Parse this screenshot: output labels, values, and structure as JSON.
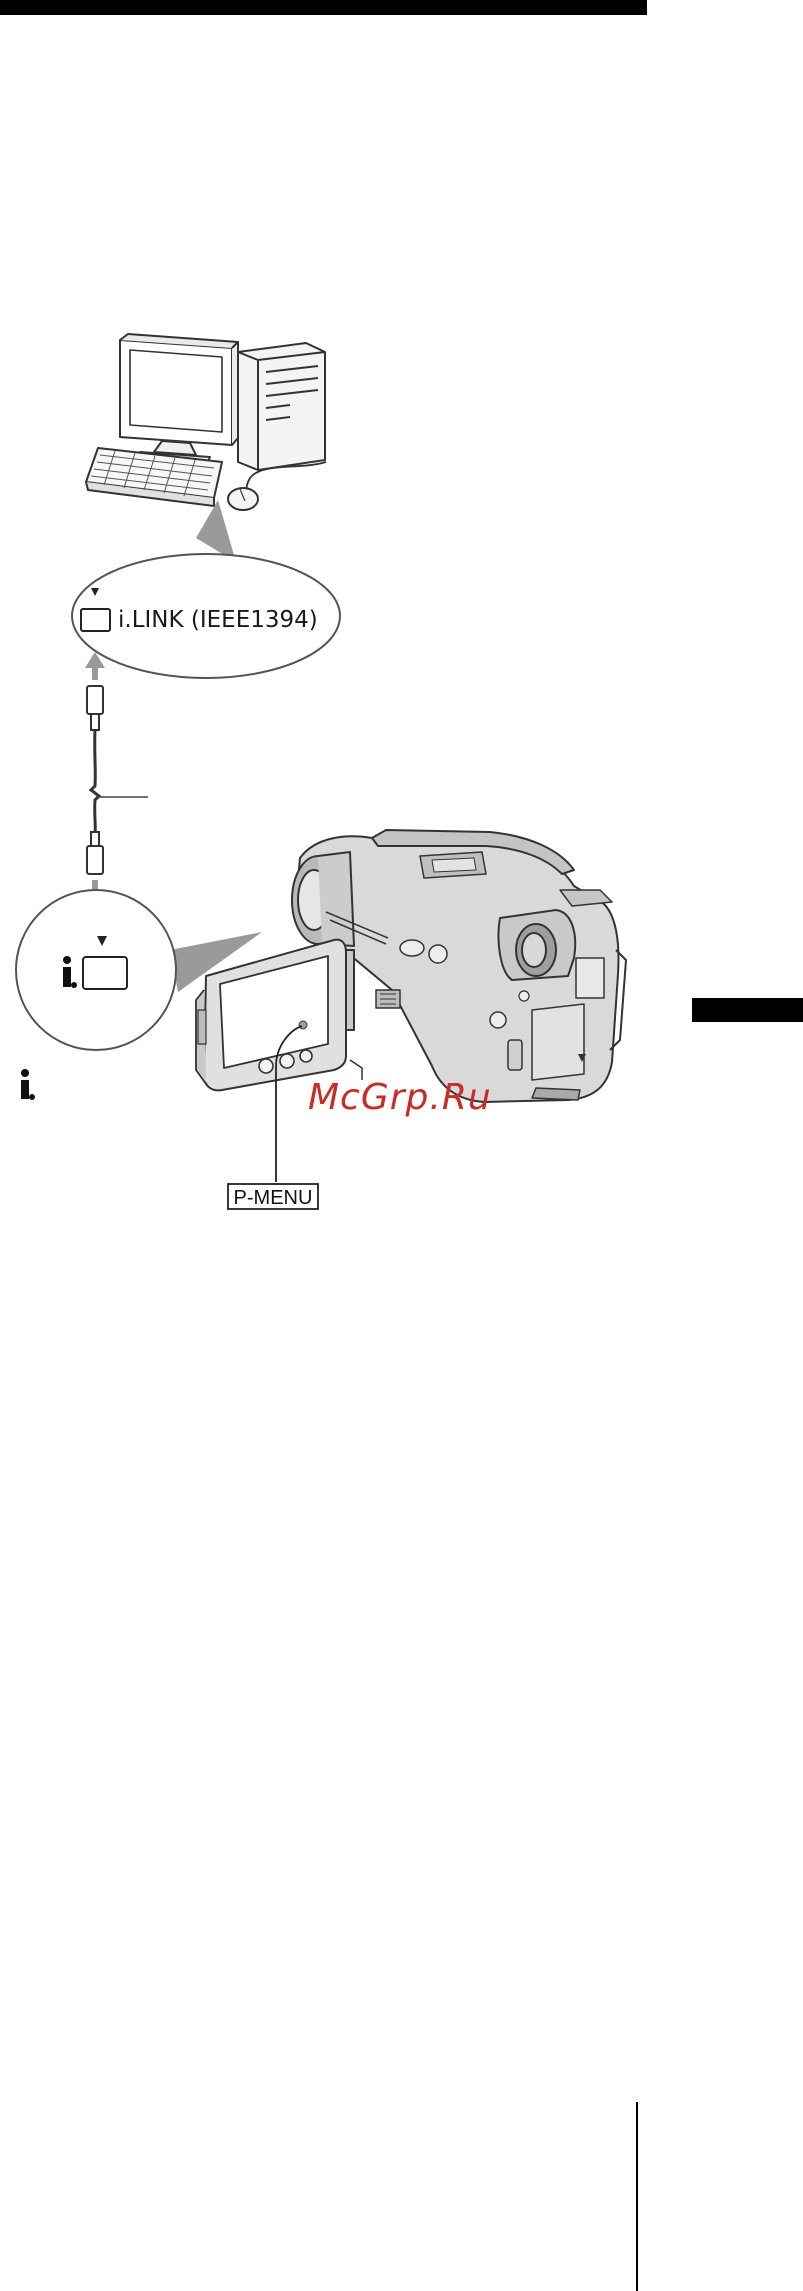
{
  "callouts": {
    "computer_port_label": "i.LINK (IEEE1394)",
    "camera_button_label": "P-MENU"
  },
  "watermark": {
    "text": "McGrp.Ru",
    "color": "#cc2a24"
  },
  "icons": {
    "port_marker": "down-triangle-icon",
    "dv_port": "dv-port-icon",
    "ilink": "ilink-logo-icon"
  }
}
